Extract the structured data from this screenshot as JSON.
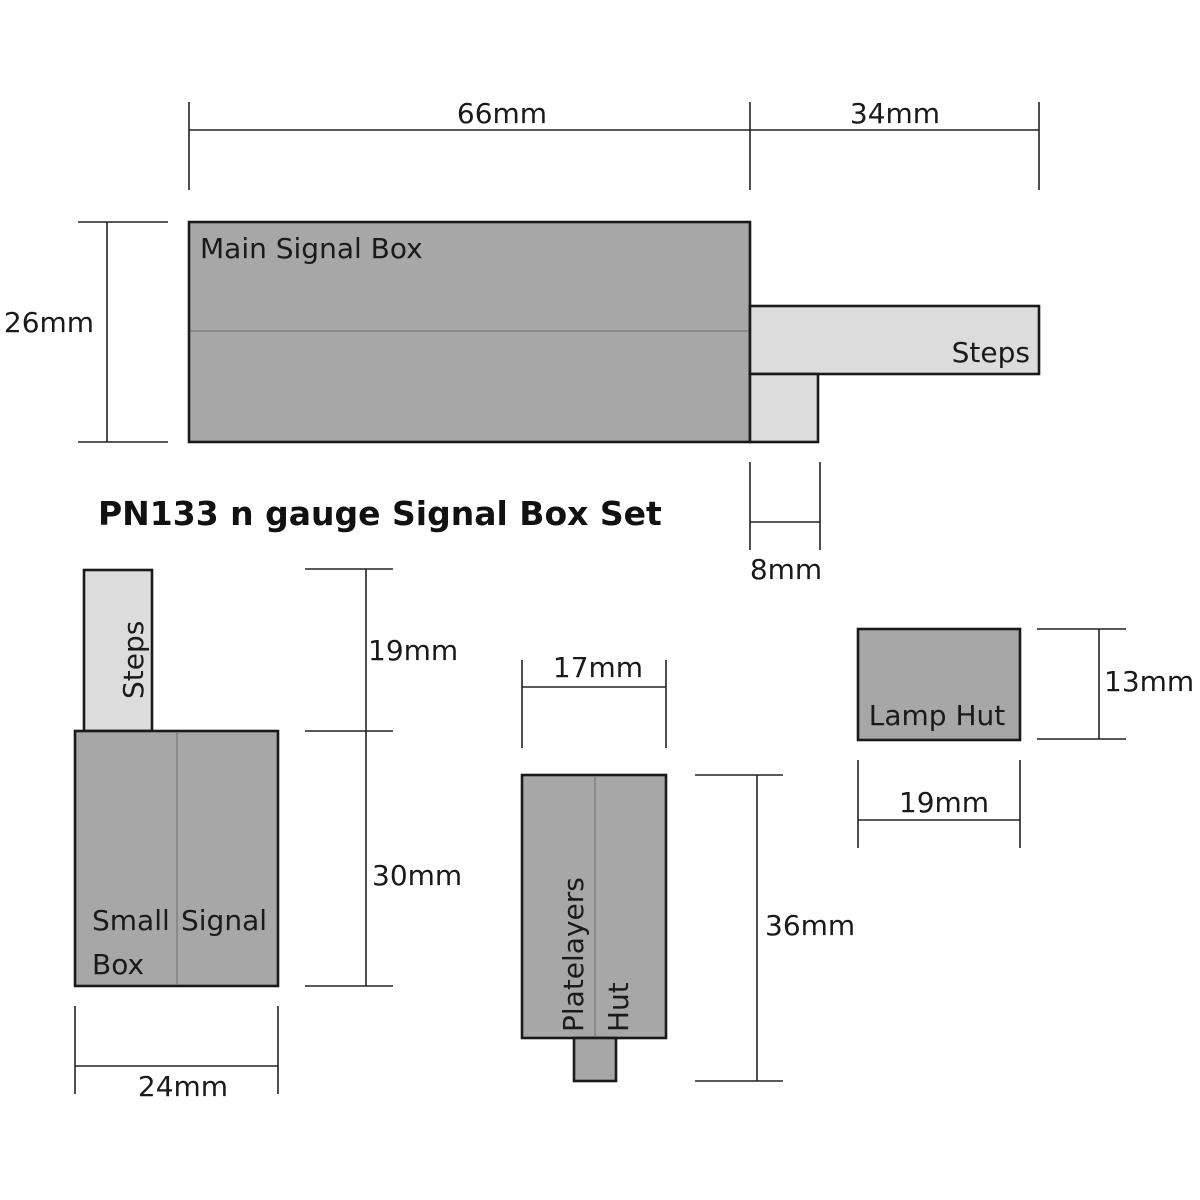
{
  "title": "PN133 n gauge Signal Box Set",
  "dimensions": {
    "main_width": "66mm",
    "steps_width": "34mm",
    "main_height": "26mm",
    "steps_base_width": "8mm",
    "small_steps_height": "19mm",
    "small_box_height": "30mm",
    "small_box_width": "24mm",
    "hut_width": "17mm",
    "hut_height": "36mm",
    "lamp_height": "13mm",
    "lamp_width": "19mm"
  },
  "labels": {
    "main_box": "Main Signal Box",
    "steps": "Steps",
    "small_steps": "Steps",
    "small_box_line1_a": "Small",
    "small_box_line1_b": "Signal",
    "small_box_line2": "Box",
    "hut_word1": "Platelayers",
    "hut_word2": "Hut",
    "lamp_hut": "Lamp Hut"
  },
  "colors": {
    "box_fill": "#a7a7a7",
    "steps_fill": "#dcdcdc",
    "outline": "#1a1a1a"
  }
}
